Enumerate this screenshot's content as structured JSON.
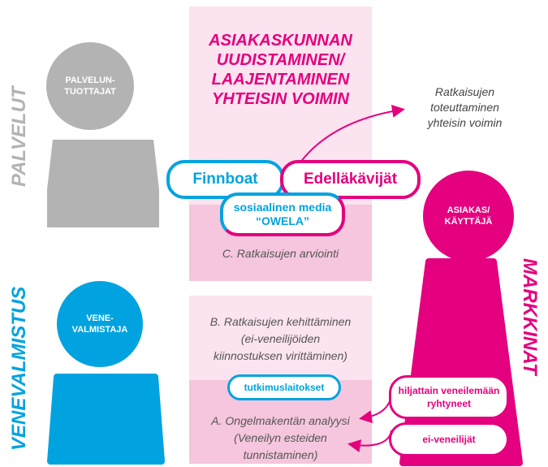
{
  "title_lines": [
    "ASIAKASKUNNAN",
    "UUDISTAMINEN/",
    "LAAJENTAMINEN",
    "YHTEISIN VOIMIN"
  ],
  "outcome_lines": [
    "Ratkaisujen",
    "toteuttaminen",
    "yhteisin voimin"
  ],
  "actors": {
    "service_provider": {
      "circle_lines": [
        "PALVELUN-",
        "TUOTTAJAT"
      ],
      "side_label": "PALVELUT"
    },
    "boat_builder": {
      "circle_lines": [
        "VENE-",
        "VALMISTAJA"
      ],
      "side_label": "VENEVALMISTUS"
    },
    "customer": {
      "circle_lines": [
        "ASIAKAS/",
        "KÄYTTÄJÄ"
      ],
      "side_label": "MARKKINAT"
    }
  },
  "partners": {
    "left": "Finnboat",
    "right": "Edelläkävijät"
  },
  "social_media_lines": [
    "sosiaalinen media",
    "“OWELA”"
  ],
  "stages": {
    "c": [
      "C. Ratkaisujen arviointi"
    ],
    "b": [
      "B. Ratkaisujen kehittäminen",
      "(ei-veneilijöiden",
      "kiinnostuksen virittäminen)"
    ],
    "a": [
      "A. Ongelmakentän analyysi",
      "(Veneilyn esteiden",
      "tunnistaminen)"
    ]
  },
  "research_institutes": "tutkimuslaitokset",
  "customer_groups": {
    "recent": [
      "hiljattain veneilemään",
      "ryhtyneet"
    ],
    "non_boaters": "ei-veneilijät"
  },
  "colors": {
    "pink": "#e4007e",
    "blue": "#00a3e0",
    "grey": "#b3b3b3",
    "band_light": "#fbe3ef",
    "band_mid": "#f5c6dd",
    "text_grey": "#555555"
  }
}
